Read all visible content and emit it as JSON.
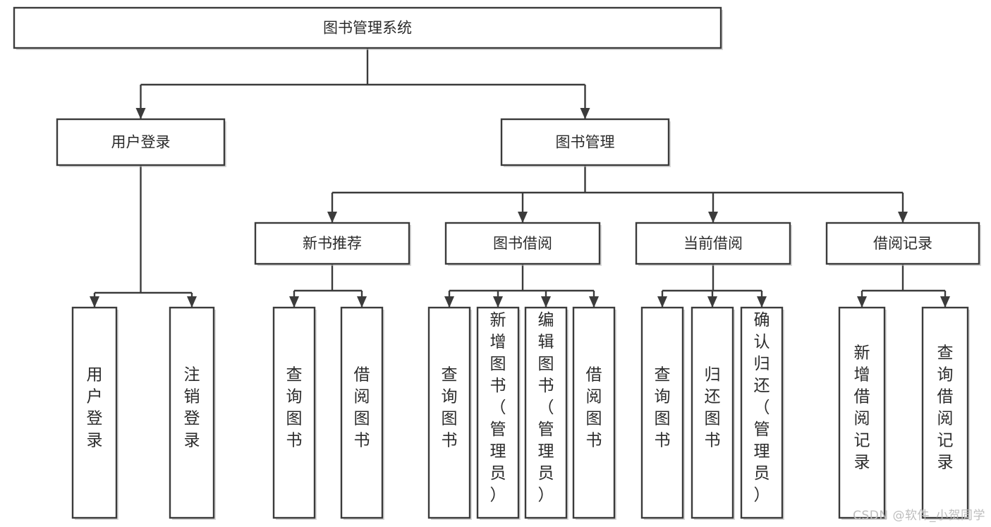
{
  "diagram": {
    "type": "tree",
    "title": "图书管理系统",
    "root": {
      "id": "root",
      "label": "图书管理系统",
      "orientation": "horizontal"
    },
    "level2": [
      {
        "id": "user-login",
        "label": "用户登录",
        "orientation": "horizontal"
      },
      {
        "id": "book-manage",
        "label": "图书管理",
        "orientation": "horizontal"
      }
    ],
    "level3": [
      {
        "id": "new-book-recommend",
        "label": "新书推荐",
        "parent": "book-manage",
        "orientation": "horizontal"
      },
      {
        "id": "book-borrow",
        "label": "图书借阅",
        "parent": "book-manage",
        "orientation": "horizontal"
      },
      {
        "id": "current-borrow",
        "label": "当前借阅",
        "parent": "book-manage",
        "orientation": "horizontal"
      },
      {
        "id": "borrow-record",
        "label": "借阅记录",
        "parent": "book-manage",
        "orientation": "horizontal"
      }
    ],
    "leaves": [
      {
        "id": "leaf-user-login",
        "label": "用户登录",
        "parent": "user-login",
        "orientation": "vertical"
      },
      {
        "id": "leaf-user-logout",
        "label": "注销登录",
        "parent": "user-login",
        "orientation": "vertical"
      },
      {
        "id": "leaf-query-book-1",
        "label": "查询图书",
        "parent": "new-book-recommend",
        "orientation": "vertical"
      },
      {
        "id": "leaf-borrow-book-1",
        "label": "借阅图书",
        "parent": "new-book-recommend",
        "orientation": "vertical"
      },
      {
        "id": "leaf-query-book-2",
        "label": "查询图书",
        "parent": "book-borrow",
        "orientation": "vertical"
      },
      {
        "id": "leaf-add-book",
        "label": "新增图书（管理员）",
        "parent": "book-borrow",
        "orientation": "vertical"
      },
      {
        "id": "leaf-edit-book",
        "label": "编辑图书（管理员）",
        "parent": "book-borrow",
        "orientation": "vertical"
      },
      {
        "id": "leaf-borrow-book-2",
        "label": "借阅图书",
        "parent": "book-borrow",
        "orientation": "vertical"
      },
      {
        "id": "leaf-query-book-3",
        "label": "查询图书",
        "parent": "current-borrow",
        "orientation": "vertical"
      },
      {
        "id": "leaf-return-book",
        "label": "归还图书",
        "parent": "current-borrow",
        "orientation": "vertical"
      },
      {
        "id": "leaf-confirm-return",
        "label": "确认归还（管理员）",
        "parent": "current-borrow",
        "orientation": "vertical"
      },
      {
        "id": "leaf-add-record",
        "label": "新增借阅记录",
        "parent": "borrow-record",
        "orientation": "vertical"
      },
      {
        "id": "leaf-query-record",
        "label": "查询借阅记录",
        "parent": "borrow-record",
        "orientation": "vertical"
      }
    ],
    "colors": {
      "box_fill": "#ffffff",
      "box_stroke": "#3b3b3b",
      "text": "#2b2b2b",
      "background": "#ffffff",
      "watermark": "#bdbdbd"
    }
  },
  "watermark": {
    "text": "CSDN @软件_小贺同学"
  }
}
